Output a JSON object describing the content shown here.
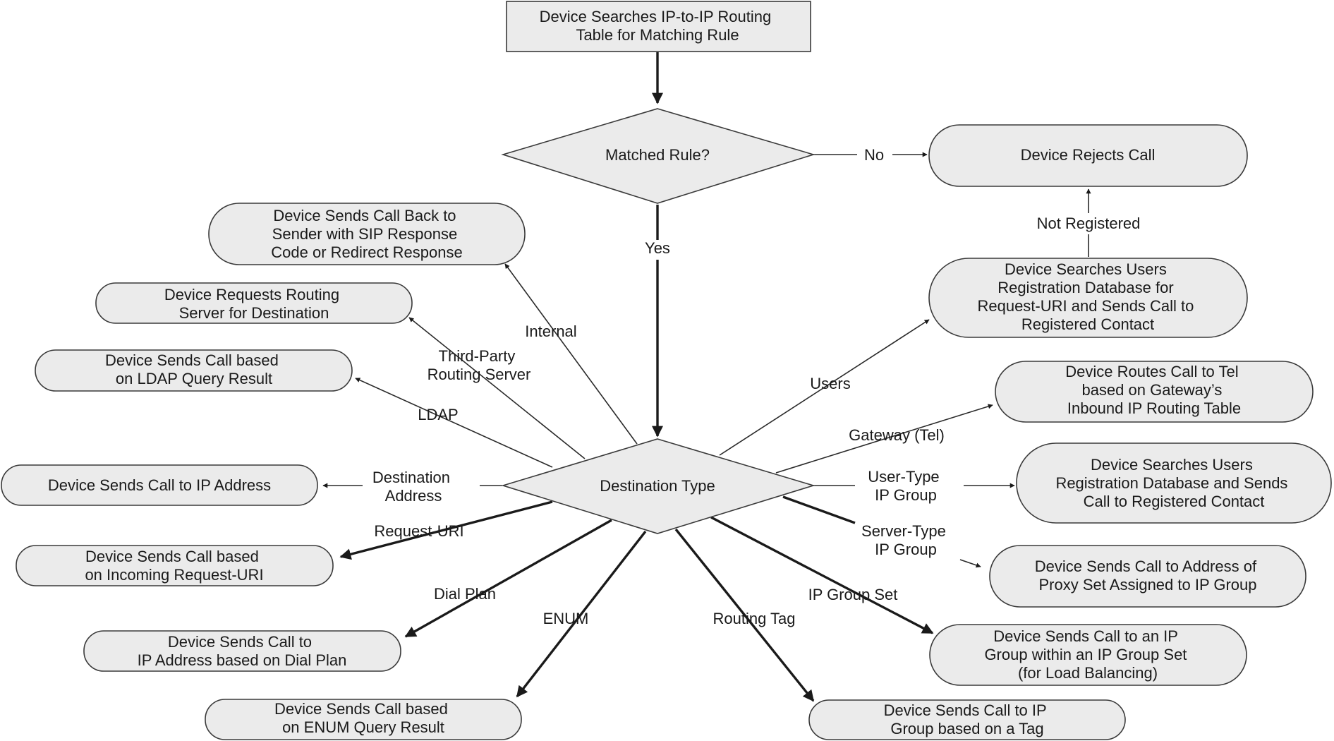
{
  "nodes": {
    "start": [
      "Device Searches IP-to-IP Routing",
      "Table for Matching Rule"
    ],
    "matched_rule": [
      "Matched Rule?"
    ],
    "destination_type": [
      "Destination Type"
    ],
    "rejects": [
      "Device Rejects Call"
    ],
    "users_db": [
      "Device Searches Users",
      "Registration Database for",
      "Request-URI and Sends Call to",
      "Registered Contact"
    ],
    "gateway": [
      "Device Routes Call to Tel",
      "based on Gateway’s",
      "Inbound IP Routing Table"
    ],
    "user_ipgroup": [
      "Device Searches Users",
      "Registration Database and Sends",
      "Call to Registered Contact"
    ],
    "server_ipgroup": [
      "Device Sends Call to Address of",
      "Proxy Set Assigned to IP Group"
    ],
    "ipgroup_set": [
      "Device Sends Call to an IP",
      "Group within an IP Group Set",
      "(for Load Balancing)"
    ],
    "routing_tag": [
      "Device Sends Call to IP",
      "Group based on a Tag"
    ],
    "internal": [
      "Device Sends Call Back to",
      "Sender with SIP Response",
      "Code or Redirect Response"
    ],
    "third_party": [
      "Device Requests Routing",
      "Server for Destination"
    ],
    "ldap": [
      "Device Sends Call based",
      "on LDAP Query Result"
    ],
    "dest_address": [
      "Device Sends Call to IP Address"
    ],
    "request_uri": [
      "Device Sends Call based",
      "on Incoming Request-URI"
    ],
    "dial_plan": [
      "Device Sends Call to",
      "IP Address based on Dial Plan"
    ],
    "enum": [
      "Device Sends Call based",
      "on ENUM Query Result"
    ]
  },
  "edge_labels": {
    "no": [
      "No"
    ],
    "yes": [
      "Yes"
    ],
    "not_registered": [
      "Not Registered"
    ],
    "users": [
      "Users"
    ],
    "gateway_tel": [
      "Gateway (Tel)"
    ],
    "user_type": [
      "User-Type",
      "IP Group"
    ],
    "server_type": [
      "Server-Type",
      "IP Group"
    ],
    "ip_group_set": [
      "IP Group Set"
    ],
    "routing_tag": [
      "Routing Tag"
    ],
    "enum": [
      "ENUM"
    ],
    "dial_plan": [
      "Dial Plan"
    ],
    "request_uri": [
      "Request-URI"
    ],
    "destination_address": [
      "Destination",
      "Address"
    ],
    "ldap": [
      "LDAP"
    ],
    "third_party": [
      "Third-Party",
      "Routing Server"
    ],
    "internal": [
      "Internal"
    ]
  }
}
